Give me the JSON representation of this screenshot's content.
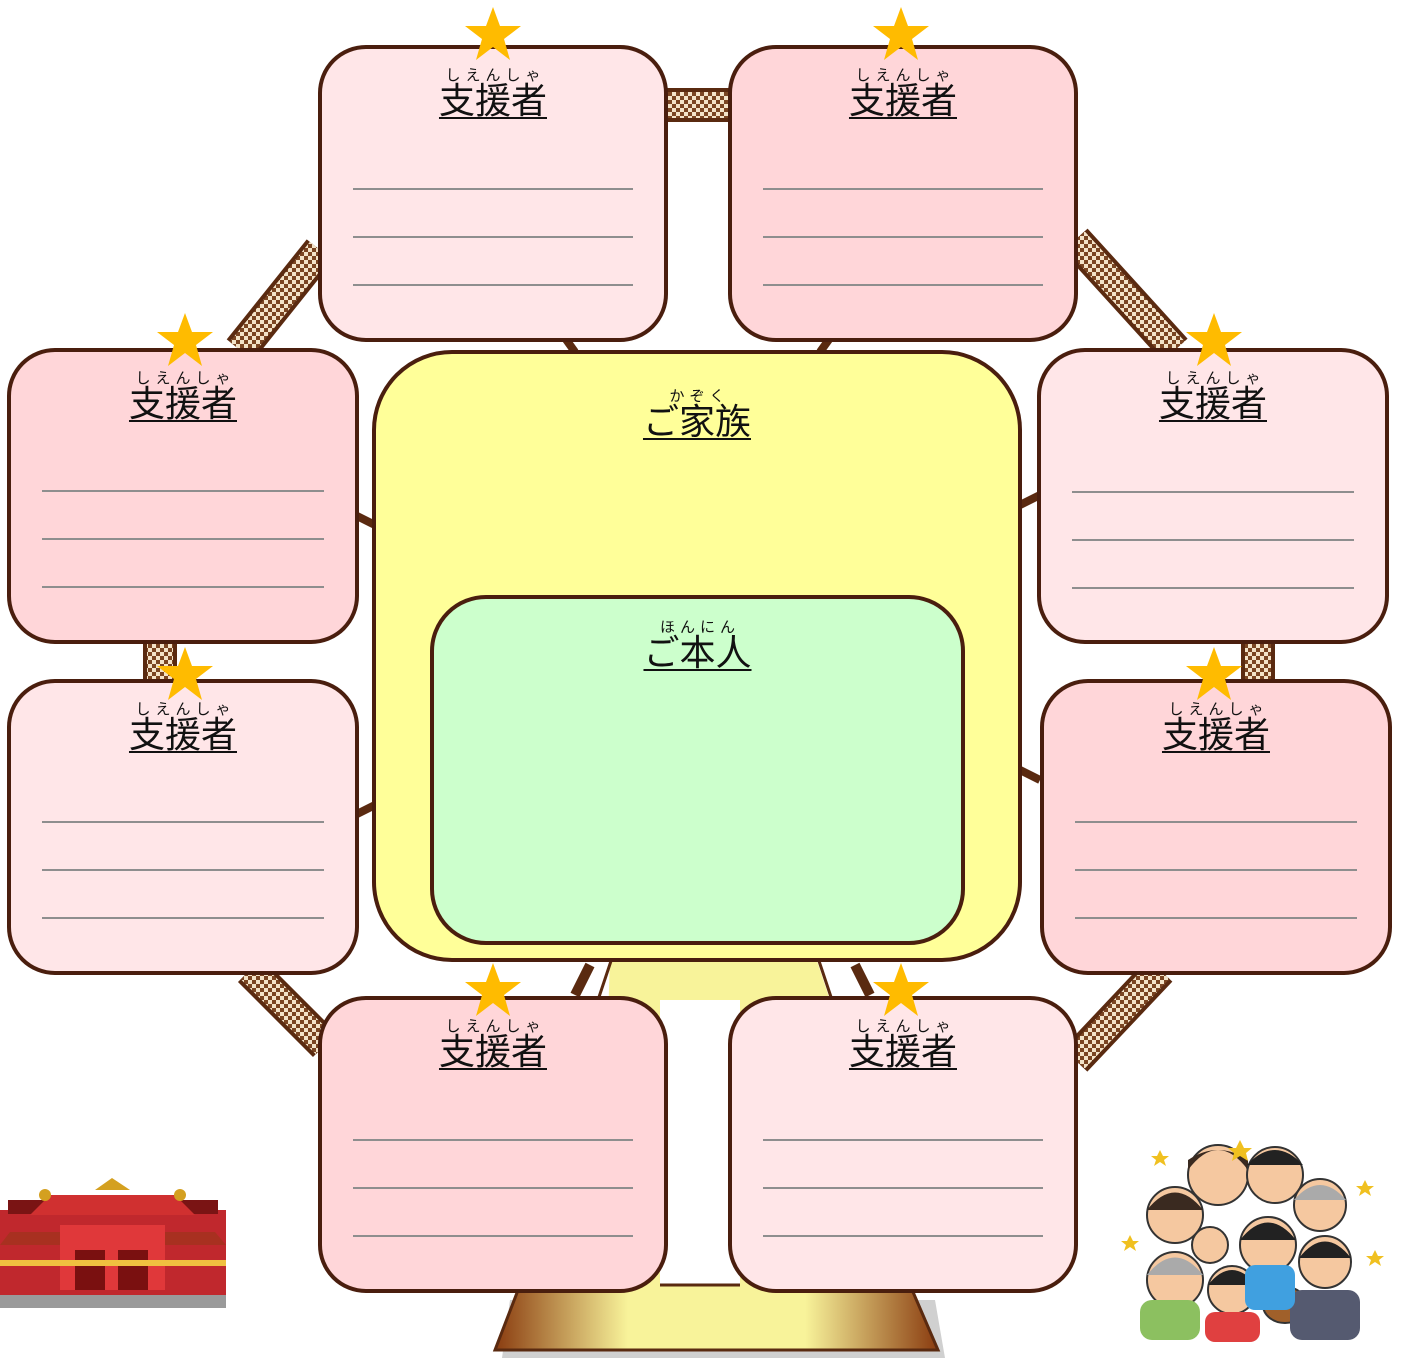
{
  "supporter_reading": "しえんしゃ",
  "supporter_label": "支援者",
  "family": {
    "reading": "かぞく",
    "label": "ご家族"
  },
  "self": {
    "reading": "ほんにん",
    "label": "ご本人"
  },
  "colors": {
    "supporter_light": "#ffe6e8",
    "supporter_dark": "#ffd6d9",
    "family": "#ffff99",
    "self": "#ccffcc",
    "border": "#4a1e0e",
    "star": "#ffbb00",
    "trunk": "#f8f39a"
  },
  "icons": [
    "star-icon",
    "shuri-castle-illustration",
    "cheering-crowd-illustration"
  ]
}
